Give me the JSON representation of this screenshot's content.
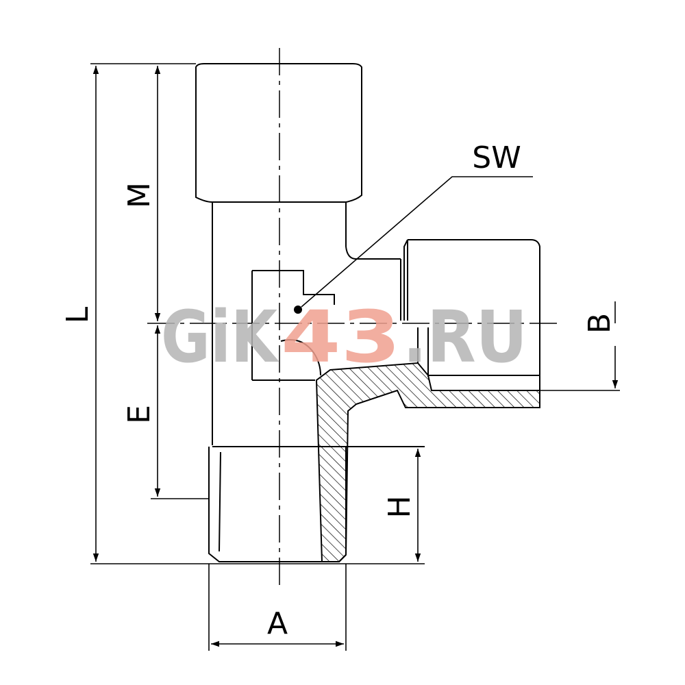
{
  "labels": {
    "L": "L",
    "M": "M",
    "E": "E",
    "SW": "SW",
    "B": "B",
    "H": "H",
    "A": "A"
  },
  "watermark": {
    "part1": "GiK",
    "part2": "43",
    "part3": ".RU"
  },
  "colors": {
    "line": "#000000",
    "watermark_gray": "#b4b4b4",
    "watermark_accent": "#f0a090"
  }
}
